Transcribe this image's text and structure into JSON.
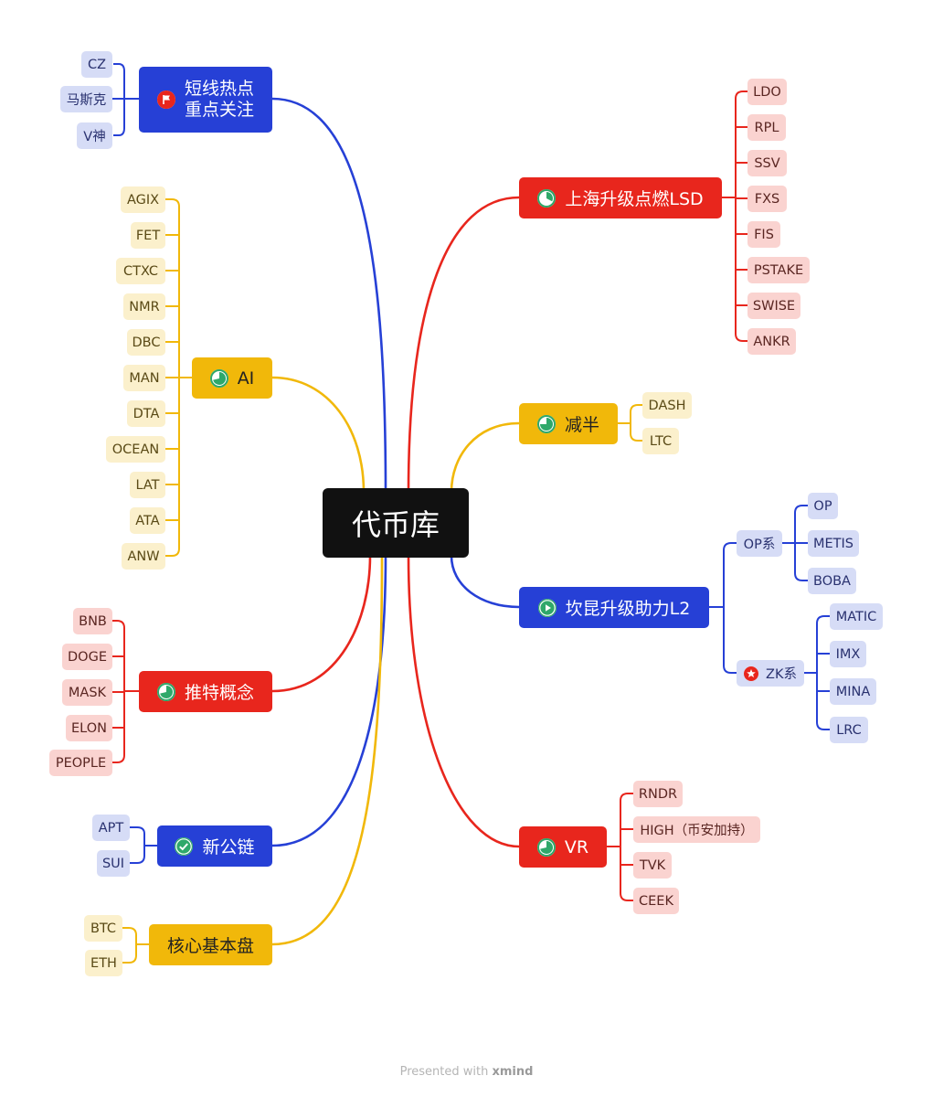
{
  "root": {
    "label": "代币库"
  },
  "colors": {
    "blue": "#2640d6",
    "red": "#e8261d",
    "yellow": "#f1b80a"
  },
  "branches": {
    "hot": {
      "label": "短线热点\n重点关注",
      "icon": "flag-icon",
      "color": "blue",
      "items": [
        "CZ",
        "马斯克",
        "V神"
      ]
    },
    "ai": {
      "label": "AI",
      "icon": "progress-pie-icon",
      "color": "yellow",
      "items": [
        "AGIX",
        "FET",
        "CTXC",
        "NMR",
        "DBC",
        "MAN",
        "DTA",
        "OCEAN",
        "LAT",
        "ATA",
        "ANW"
      ]
    },
    "twitter": {
      "label": "推特概念",
      "icon": "progress-pie-icon",
      "color": "red",
      "items": [
        "BNB",
        "DOGE",
        "MASK",
        "ELON",
        "PEOPLE"
      ]
    },
    "newchain": {
      "label": "新公链",
      "icon": "check-icon",
      "color": "blue",
      "items": [
        "APT",
        "SUI"
      ]
    },
    "core": {
      "label": "核心基本盘",
      "icon": "",
      "color": "yellow",
      "items": [
        "BTC",
        "ETH"
      ]
    },
    "lsd": {
      "label": "上海升级点燃LSD",
      "icon": "progress-pie-icon",
      "color": "red",
      "items": [
        "LDO",
        "RPL",
        "SSV",
        "FXS",
        "FIS",
        "PSTAKE",
        "SWISE",
        "ANKR"
      ]
    },
    "halving": {
      "label": "减半",
      "icon": "progress-pie-icon",
      "color": "yellow",
      "items": [
        "DASH",
        "LTC"
      ]
    },
    "cancun": {
      "label": "坎昆升级助力L2",
      "icon": "play-icon",
      "color": "blue",
      "op": {
        "label": "OP系",
        "items": [
          "OP",
          "METIS",
          "BOBA"
        ]
      },
      "zk": {
        "label": "ZK系",
        "icon": "star-icon",
        "items": [
          "MATIC",
          "IMX",
          "MINA",
          "LRC"
        ]
      }
    },
    "vr": {
      "label": "VR",
      "icon": "progress-pie-icon",
      "color": "red",
      "items": [
        "RNDR",
        "HIGH（币安加持）",
        "TVK",
        "CEEK"
      ]
    }
  },
  "footer": {
    "prefix": "Presented with ",
    "brand": "xmind"
  }
}
